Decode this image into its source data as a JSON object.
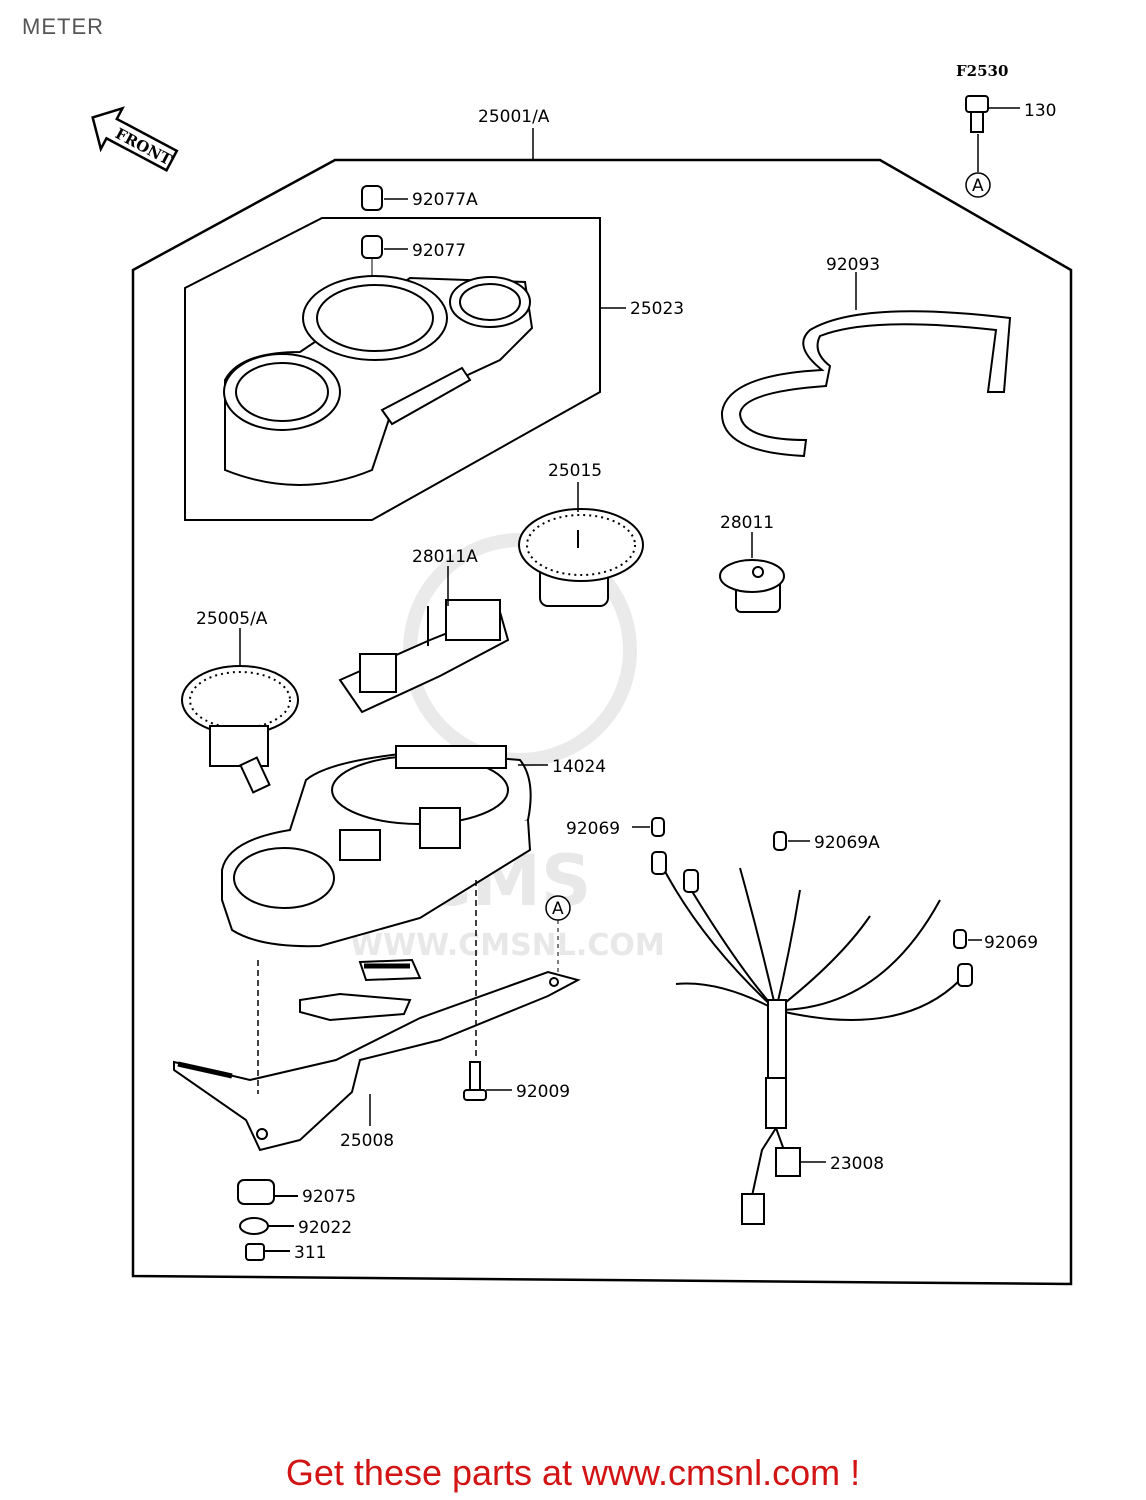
{
  "page": {
    "title": "METER",
    "footer": "Get these parts at www.cmsnl.com !"
  },
  "diagram": {
    "code": "F2530",
    "front_label": "FRONT",
    "ref_marker": "A",
    "watermark": "WWW.CMSNL.COM",
    "parts": {
      "p130": "130",
      "p25001": "25001∕A",
      "p92077A": "92077A",
      "p92077": "92077",
      "p25023": "25023",
      "p92093": "92093",
      "p25015": "25015",
      "p28011": "28011",
      "p28011A": "28011A",
      "p25005": "25005∕A",
      "p14024": "14024",
      "p92069a": "92069",
      "p92069A": "92069A",
      "p92069b": "92069",
      "p92009": "92009",
      "p25008": "25008",
      "p23008": "23008",
      "p92075": "92075",
      "p92022": "92022",
      "p311": "311"
    }
  }
}
